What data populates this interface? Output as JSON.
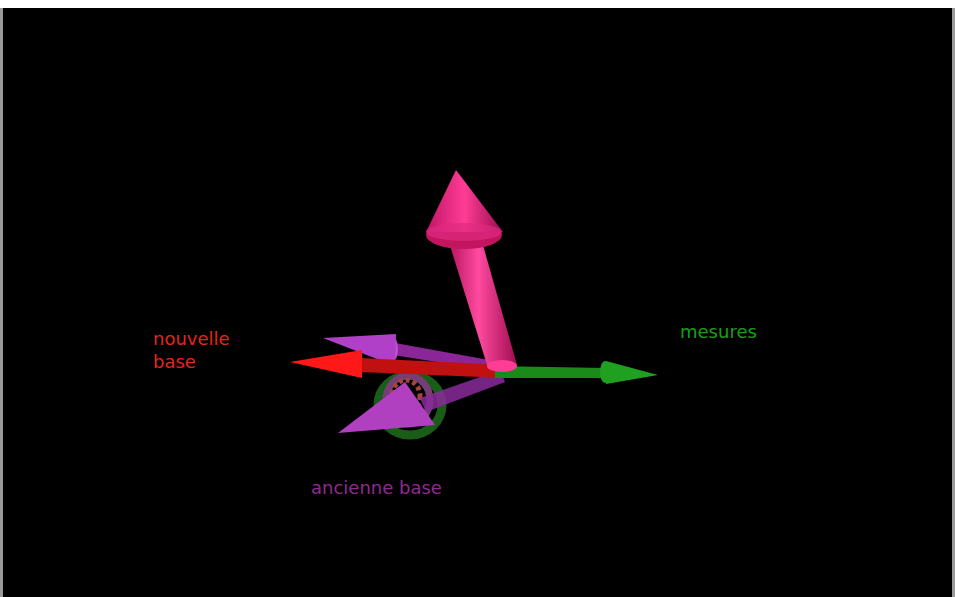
{
  "diagram": {
    "labels": [
      "nouvelle base",
      "mesures",
      "ancienne base"
    ]
  }
}
